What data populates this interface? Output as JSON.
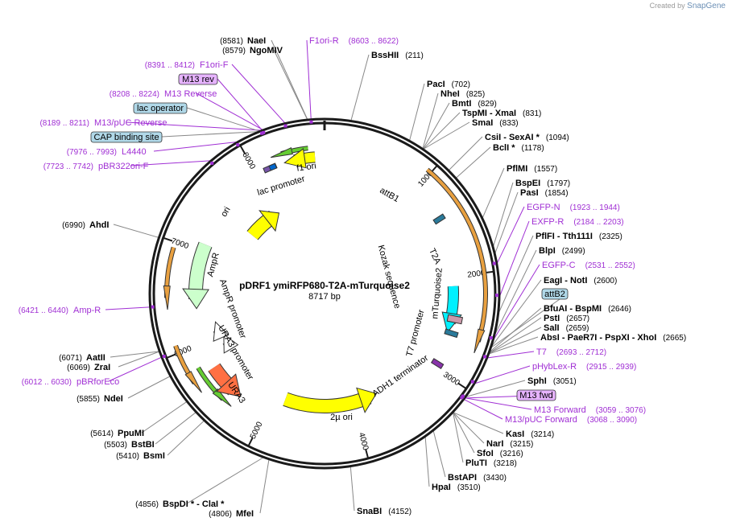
{
  "credit": {
    "created_by": "Created by",
    "brand": "SnapGene"
  },
  "plasmid": {
    "name": "pDRF1 ymiRFP680-T2A-mTurquoise2",
    "length_label": "8717 bp",
    "length": 8717
  },
  "ticks": [
    "1000",
    "2000",
    "3000",
    "4000",
    "5000",
    "6000",
    "7000",
    "8000"
  ],
  "sites": [
    {
      "name": "NaeI",
      "pos": "(8581)"
    },
    {
      "name": "NgoMIV",
      "pos": "(8579)"
    },
    {
      "name": "BssHII",
      "pos": "(211)"
    },
    {
      "name": "PacI",
      "pos": "(702)"
    },
    {
      "name": "NheI",
      "pos": "(825)"
    },
    {
      "name": "BmtI",
      "pos": "(829)"
    },
    {
      "name": "TspMI  - XmaI",
      "pos": "(831)"
    },
    {
      "name": "SmaI",
      "pos": "(833)"
    },
    {
      "name": "CsiI  - SexAI *",
      "pos": "(1094)"
    },
    {
      "name": "BclI *",
      "pos": "(1178)"
    },
    {
      "name": "PflMI",
      "pos": "(1557)"
    },
    {
      "name": "BspEI",
      "pos": "(1797)"
    },
    {
      "name": "PasI",
      "pos": "(1854)"
    },
    {
      "name": "PflFI  - Tth111I",
      "pos": "(2325)"
    },
    {
      "name": "BlpI",
      "pos": "(2499)"
    },
    {
      "name": "EagI  - NotI",
      "pos": "(2600)"
    },
    {
      "name": "BfuAI  - BspMI",
      "pos": "(2646)"
    },
    {
      "name": "PstI",
      "pos": "(2657)"
    },
    {
      "name": "SalI",
      "pos": "(2659)"
    },
    {
      "name": "AbsI  - PaeR7I  - PspXI  - XhoI",
      "pos": "(2665)"
    },
    {
      "name": "SphI",
      "pos": "(3051)"
    },
    {
      "name": "KasI",
      "pos": "(3214)"
    },
    {
      "name": "NarI",
      "pos": "(3215)"
    },
    {
      "name": "SfoI",
      "pos": "(3216)"
    },
    {
      "name": "PluTI",
      "pos": "(3218)"
    },
    {
      "name": "BstAPI",
      "pos": "(3430)"
    },
    {
      "name": "HpaI",
      "pos": "(3510)"
    },
    {
      "name": "SnaBI",
      "pos": "(4152)"
    },
    {
      "name": "BspDI *  - ClaI *",
      "pos": "(4856)"
    },
    {
      "name": "MfeI",
      "pos": "(4806)"
    },
    {
      "name": "BsmI",
      "pos": "(5410)"
    },
    {
      "name": "BstBI",
      "pos": "(5503)"
    },
    {
      "name": "PpuMI",
      "pos": "(5614)"
    },
    {
      "name": "NdeI",
      "pos": "(5855)"
    },
    {
      "name": "ZraI",
      "pos": "(6069)"
    },
    {
      "name": "AatII",
      "pos": "(6071)"
    },
    {
      "name": "AhdI",
      "pos": "(6990)"
    }
  ],
  "primers": [
    {
      "name": "F1ori-R",
      "pos": "(8603 .. 8622)"
    },
    {
      "name": "F1ori-F",
      "pos": "(8391 .. 8412)"
    },
    {
      "name": "M13 Reverse",
      "pos": "(8208 .. 8224)"
    },
    {
      "name": "M13/pUC Reverse",
      "pos": "(8189 .. 8211)"
    },
    {
      "name": "L4440",
      "pos": "(7976 .. 7993)"
    },
    {
      "name": "pBR322ori-F",
      "pos": "(7723 .. 7742)"
    },
    {
      "name": "Amp-R",
      "pos": "(6421 .. 6440)"
    },
    {
      "name": "pBRforEco",
      "pos": "(6012 .. 6030)"
    },
    {
      "name": "EGFP-N",
      "pos": "(1923 .. 1944)"
    },
    {
      "name": "EXFP-R",
      "pos": "(2184 .. 2203)"
    },
    {
      "name": "EGFP-C",
      "pos": "(2531 .. 2552)"
    },
    {
      "name": "T7",
      "pos": "(2693 .. 2712)"
    },
    {
      "name": "pHybLex-R",
      "pos": "(2915 .. 2939)"
    },
    {
      "name": "M13 Forward",
      "pos": "(3059 .. 3076)"
    },
    {
      "name": "M13/pUC Forward",
      "pos": "(3068 .. 3090)"
    }
  ],
  "boxed": [
    {
      "label": "M13 rev",
      "kind": "primer"
    },
    {
      "label": "lac operator",
      "kind": "feature"
    },
    {
      "label": "CAP binding site",
      "kind": "feature"
    },
    {
      "label": "attB2",
      "kind": "feature"
    },
    {
      "label": "M13 fwd",
      "kind": "primer"
    }
  ],
  "features": [
    {
      "label": "f1 ori"
    },
    {
      "label": "lac promoter"
    },
    {
      "label": "attB1"
    },
    {
      "label": "ori"
    },
    {
      "label": "AmpR"
    },
    {
      "label": "AmpR promoter"
    },
    {
      "label": "URA3 promoter"
    },
    {
      "label": "URA3"
    },
    {
      "label": "2µ ori"
    },
    {
      "label": "ADH1 terminator"
    },
    {
      "label": "T7 promoter"
    },
    {
      "label": "mTurquoise2"
    },
    {
      "label": "T2A"
    },
    {
      "label": "Kozak sequence"
    }
  ],
  "colors": {
    "backbone": "#1a1a1a",
    "primer": "#a02fd4",
    "ori": "#ffff00",
    "ampr": "#ccffcc",
    "ura3": "#ff7043",
    "cds_cyan": "#00f0ff",
    "promoter_arrow": "#ffffff",
    "orange_strand": "#e8a040",
    "green_strand": "#66cc33",
    "feature_box": "#b0d8e8",
    "primer_box": "#e6b3ff"
  }
}
